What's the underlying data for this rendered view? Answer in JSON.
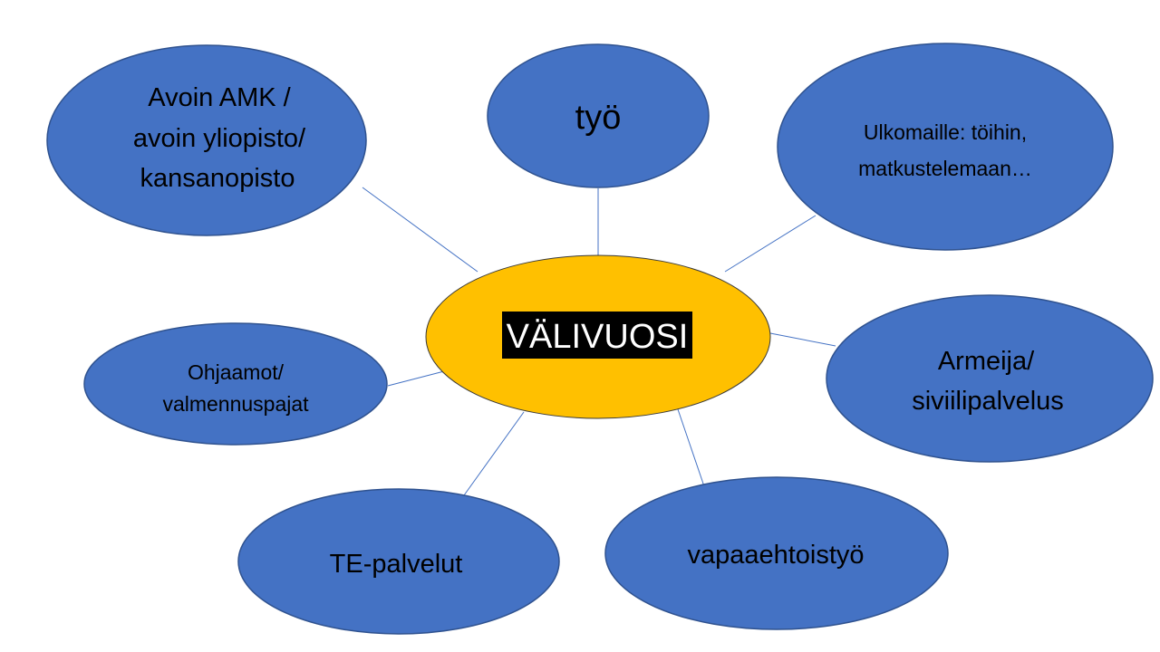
{
  "center": {
    "label": "VÄLIVUOSI"
  },
  "nodes": {
    "open_studies": {
      "lines": [
        "Avoin AMK /",
        "avoin yliopisto/",
        "kansanopisto"
      ]
    },
    "work": {
      "lines": [
        "työ"
      ]
    },
    "abroad": {
      "lines": [
        "Ulkomaille: töihin,",
        "matkustelemaan…"
      ]
    },
    "ohjaamot": {
      "lines": [
        "Ohjaamot/",
        "valmennuspajat"
      ]
    },
    "military": {
      "lines": [
        "Armeija/",
        "siviilipalvelus"
      ]
    },
    "te_services": {
      "lines": [
        "TE-palvelut"
      ]
    },
    "volunteer": {
      "lines": [
        "vapaaehtoistyö"
      ]
    }
  },
  "colors": {
    "bubble": "#4472C4",
    "center": "#FFC000",
    "center_label_bg": "#000000",
    "center_label_text": "#FFFFFF"
  }
}
